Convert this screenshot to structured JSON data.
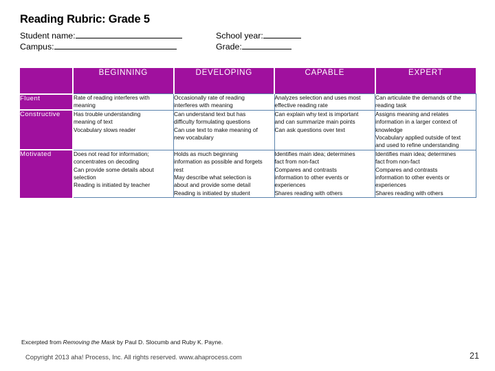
{
  "page": {
    "title": "Reading Rubric: Grade 5",
    "page_number": "21",
    "accent_color": "#A0109E",
    "grid_color": "#5A82AC"
  },
  "fields": {
    "student_name_label": "Student name:",
    "student_name_value": "",
    "school_year_label": "School year:",
    "school_year_value": "",
    "campus_label": "Campus:",
    "campus_value": "",
    "grade_label": "Grade:",
    "grade_value": ""
  },
  "rubric": {
    "corner_label": "",
    "columns": [
      "BEGINNING",
      "DEVELOPING",
      "CAPABLE",
      "EXPERT"
    ],
    "rows": [
      {
        "label": "Fluent",
        "beginning": [
          "Rate of reading interferes with",
          "meaning"
        ],
        "developing": [
          "Occasionally rate of reading",
          "interferes with meaning"
        ],
        "capable": [
          "Analyzes selection and uses most",
          "effective reading rate"
        ],
        "expert": [
          "Can articulate the demands of the",
          "reading task"
        ]
      },
      {
        "label": "Constructive",
        "beginning": [
          "Has trouble understanding",
          "meaning of text",
          "Vocabulary slows reader"
        ],
        "developing": [
          "Can understand text but has",
          "difficulty formulating questions",
          "Can use text to make meaning of",
          "new vocabulary"
        ],
        "capable": [
          "Can explain why text is important",
          "and can summarize main points",
          "Can ask questions over text"
        ],
        "expert": [
          "Assigns meaning and relates",
          "information in a larger context of",
          "knowledge",
          "Vocabulary applied outside of text",
          "and used to refine understanding"
        ]
      },
      {
        "label": "Motivated",
        "beginning": [
          "Does not read for information;",
          "concentrates on decoding",
          "Can provide some details about",
          "selection",
          "Reading is initiated by teacher"
        ],
        "developing": [
          "Holds as much beginning",
          "information as possible and forgets",
          "rest",
          "May describe what selection is",
          "about and provide some detail",
          "Reading is initiated by student"
        ],
        "capable": [
          "Identifies main idea; determines",
          "fact from non-fact",
          "Compares and contrasts",
          "information to other events or",
          "experiences",
          "Shares reading with others"
        ],
        "expert": [
          "Identifies main idea; determines",
          "fact from non-fact",
          "Compares and contrasts",
          "information to other events or",
          "experiences",
          "Shares reading with others"
        ]
      }
    ]
  },
  "footer": {
    "excerpt_prefix": "Excerpted from ",
    "excerpt_title": "Removing the Mask",
    "excerpt_suffix": " by Paul D. Slocumb and Ruby K. Payne.",
    "copyright": "Copyright  2013 aha! Process, Inc. All rights reserved. www.ahaprocess.com"
  }
}
